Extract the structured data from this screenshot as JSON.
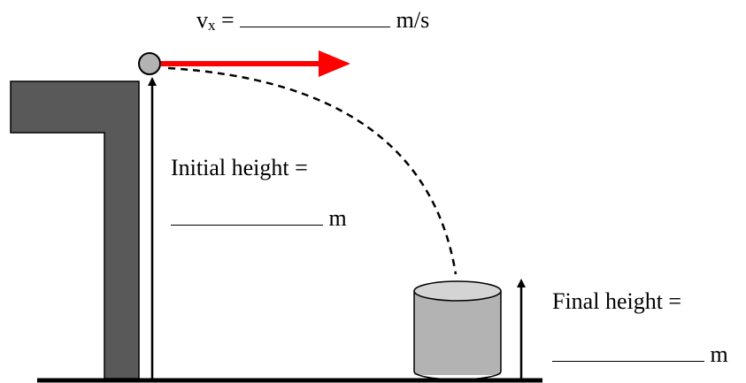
{
  "labels": {
    "vx_symbol": "v",
    "vx_subscript": "x",
    "vx_equals": "=",
    "vx_unit": "m/s",
    "initial_height": "Initial height =",
    "initial_unit": "m",
    "final_height": "Final height =",
    "final_unit": "m"
  },
  "colors": {
    "ledge": "#595959",
    "ball": "#b3b3b3",
    "cup_body": "#b3b3b3",
    "cup_top": "#d4d4d4",
    "velocity_arrow": "#ff0000",
    "ink": "#000000"
  }
}
